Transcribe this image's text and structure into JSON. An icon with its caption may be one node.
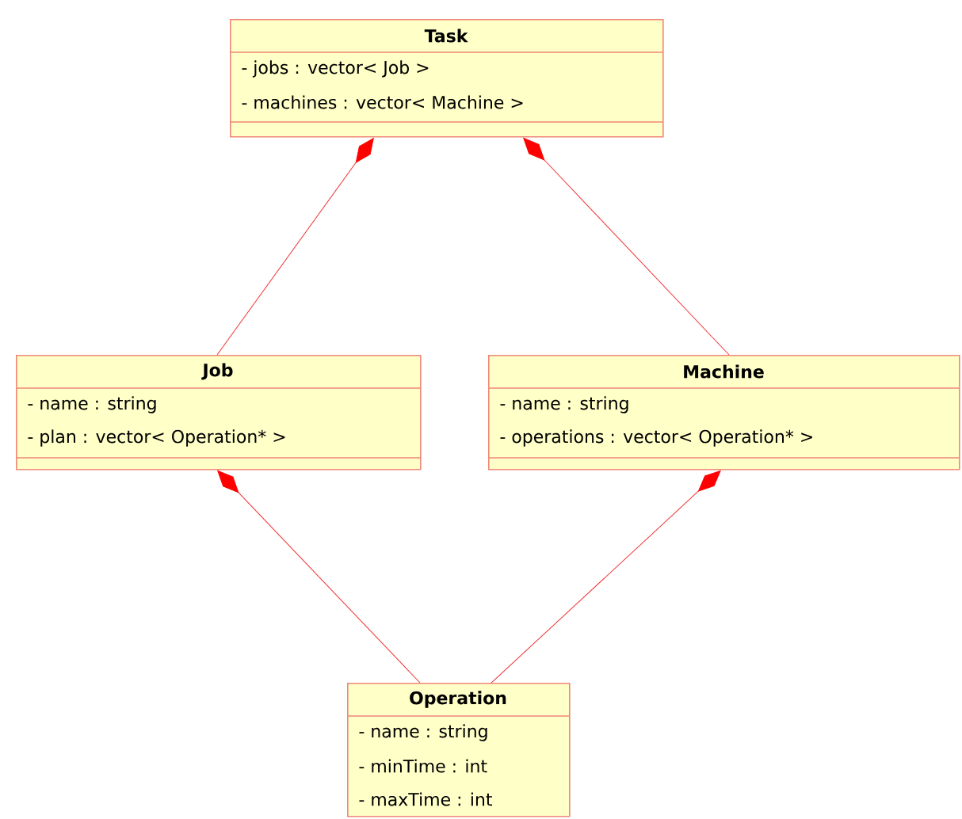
{
  "diagram": {
    "nodes": [
      {
        "text": [
          "Task",
          "- jobs : vector< Job >",
          "- machines : vector< Machine >"
        ]
      },
      {
        "text": [
          "Job",
          "- name : string",
          "- plan : vector< Operation* >"
        ]
      },
      {
        "text": [
          "Machine",
          "- name : string",
          "- operations : vector< Operation* >"
        ]
      },
      {
        "text": [
          "Operation",
          "- name : string",
          "- minTime : int",
          "- maxTime : int"
        ]
      }
    ],
    "edges": [
      {
        "from": 0,
        "to": 1,
        "arrow": "other"
      },
      {
        "from": 0,
        "to": 2,
        "arrow": "other"
      },
      {
        "from": 1,
        "to": 3,
        "arrow": "other"
      },
      {
        "from": 2,
        "to": 3,
        "arrow": "other"
      }
    ]
  }
}
